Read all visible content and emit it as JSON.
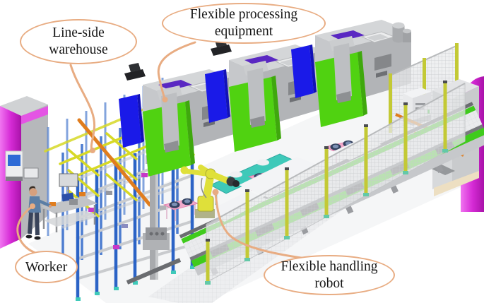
{
  "callouts": {
    "warehouse": {
      "line1": "Line-side",
      "line2": "warehouse"
    },
    "equipment": {
      "line1": "Flexible processing",
      "line2": "equipment"
    },
    "worker": {
      "line1": "Worker"
    },
    "robot": {
      "line1": "Flexible handling",
      "line2": "robot"
    }
  },
  "palette": {
    "callout-tan": "#E8AC82",
    "text-dark": "#161616",
    "panel-blue": "#1A1AE8",
    "panel-green": "#50D211",
    "roof-purple": "#5A28C2",
    "magenta": "#DC35DC",
    "robot-yellow": "#DFE03A",
    "rack-blue": "#2B63C6",
    "rail-yellow": "#D7D926",
    "rail-orange": "#E07D1E",
    "fence-yellow": "#C3C935",
    "belt-green": "#3FCB1C",
    "teal": "#3EC9B9",
    "fixture-pink": "#F2AACB",
    "skin": "#D6A07E",
    "shirt-blue": "#5B7EA5",
    "pants-navy": "#39445A"
  }
}
